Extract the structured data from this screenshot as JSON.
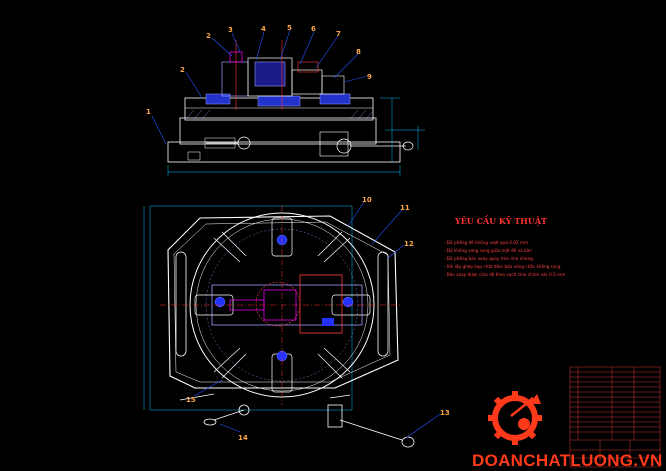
{
  "drawing": {
    "part_labels": [
      "1",
      "2",
      "2",
      "3",
      "4",
      "5",
      "6",
      "7",
      "8",
      "9",
      "10",
      "11",
      "12",
      "13",
      "14",
      "15"
    ],
    "requirements": {
      "title": "YÊU CẦU KỸ THUẬT",
      "lines": [
        "- Độ phẳng đế không vượt quá 0.02 mm",
        "- Độ không song song giữa mặt đế và bàn",
        "- Độ phẳng bàn xoay quay tròn nhẹ nhàng",
        "- Khi lắp ghép kẹp chặt đảm bảo vững chắc không rung",
        "- Bàn xoay được chia độ theo vạch chia chính xác 0.5 mm"
      ]
    },
    "watermark": "DOANCHATLUONG.VN",
    "colors": {
      "background": "#000000",
      "line": "#ffffff",
      "dimension": "#00bfff",
      "leader": "#2255ff",
      "part": "#9b9bff",
      "accent": "#ff4040",
      "label": "#ffa64d",
      "center": "#ff3030",
      "highlight": "#ff00ff"
    }
  }
}
